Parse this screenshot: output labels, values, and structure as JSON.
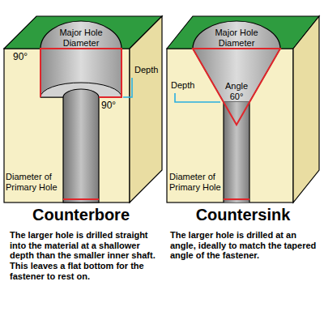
{
  "diagram": {
    "labels": [
      "Major Hole Diameter",
      "90°",
      "Depth",
      "90°",
      "Diameter of Primary Hole",
      "Counterbore",
      "The larger hole is drilled straight into the material at a shallower depth than the smaller inner shaft. This leaves a flat bottom for the fastener to rest on.",
      "Major Hole Diameter",
      "Depth",
      "Angle 60°",
      "Diameter of Primary Hole",
      "Countersink",
      "The larger hole is drilled at an angle, ideally to match the tapered angle of the fastener."
    ]
  }
}
